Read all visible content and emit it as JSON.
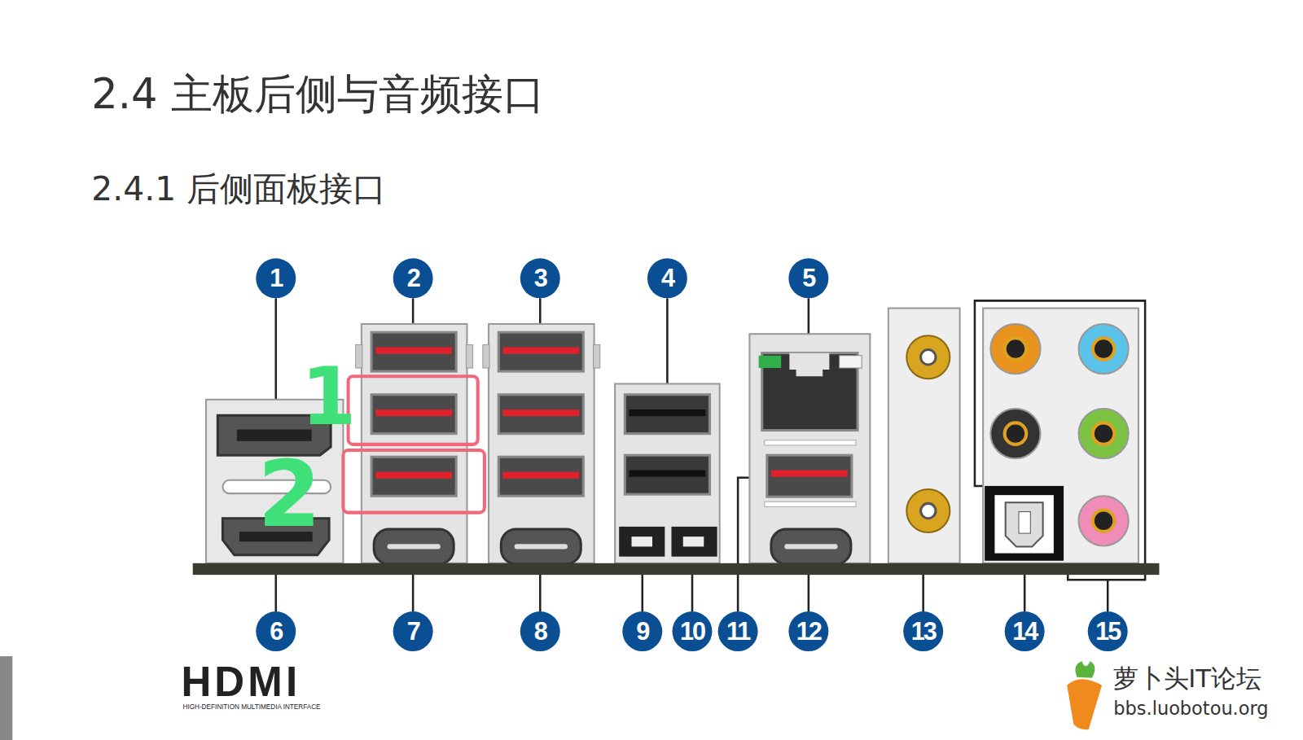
{
  "diagram": {
    "title": "2.4 主板后侧与音频接口",
    "labels": [
      "2.4.1 后侧面板接口",
      "1",
      "2",
      "3",
      "4",
      "5",
      "6",
      "7",
      "8",
      "9",
      "10",
      "11",
      "12",
      "13",
      "14",
      "15",
      "1",
      "2",
      "HDMI",
      "HIGH-DEFINITION MULTIMEDIA INTERFACE",
      "萝卜头IT论坛",
      "bbs.luobotou.org"
    ]
  }
}
